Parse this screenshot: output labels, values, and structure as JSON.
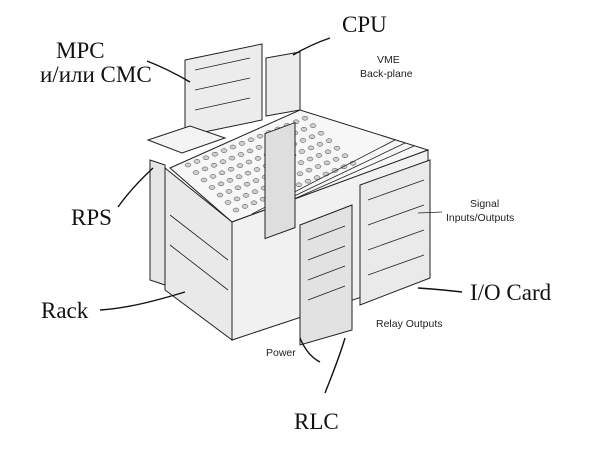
{
  "labels": {
    "mpc_line1": "MPC",
    "mpc_line2": "и/или CMC",
    "cpu": "CPU",
    "rps": "RPS",
    "rack": "Rack",
    "rlc": "RLC",
    "io_card": "I/O Card"
  },
  "annotations": {
    "vme_line1": "VME",
    "vme_line2": "Back-plane",
    "signal_line1": "Signal",
    "signal_line2": "Inputs/Outputs",
    "relay_outputs": "Relay Outputs",
    "power": "Power"
  }
}
